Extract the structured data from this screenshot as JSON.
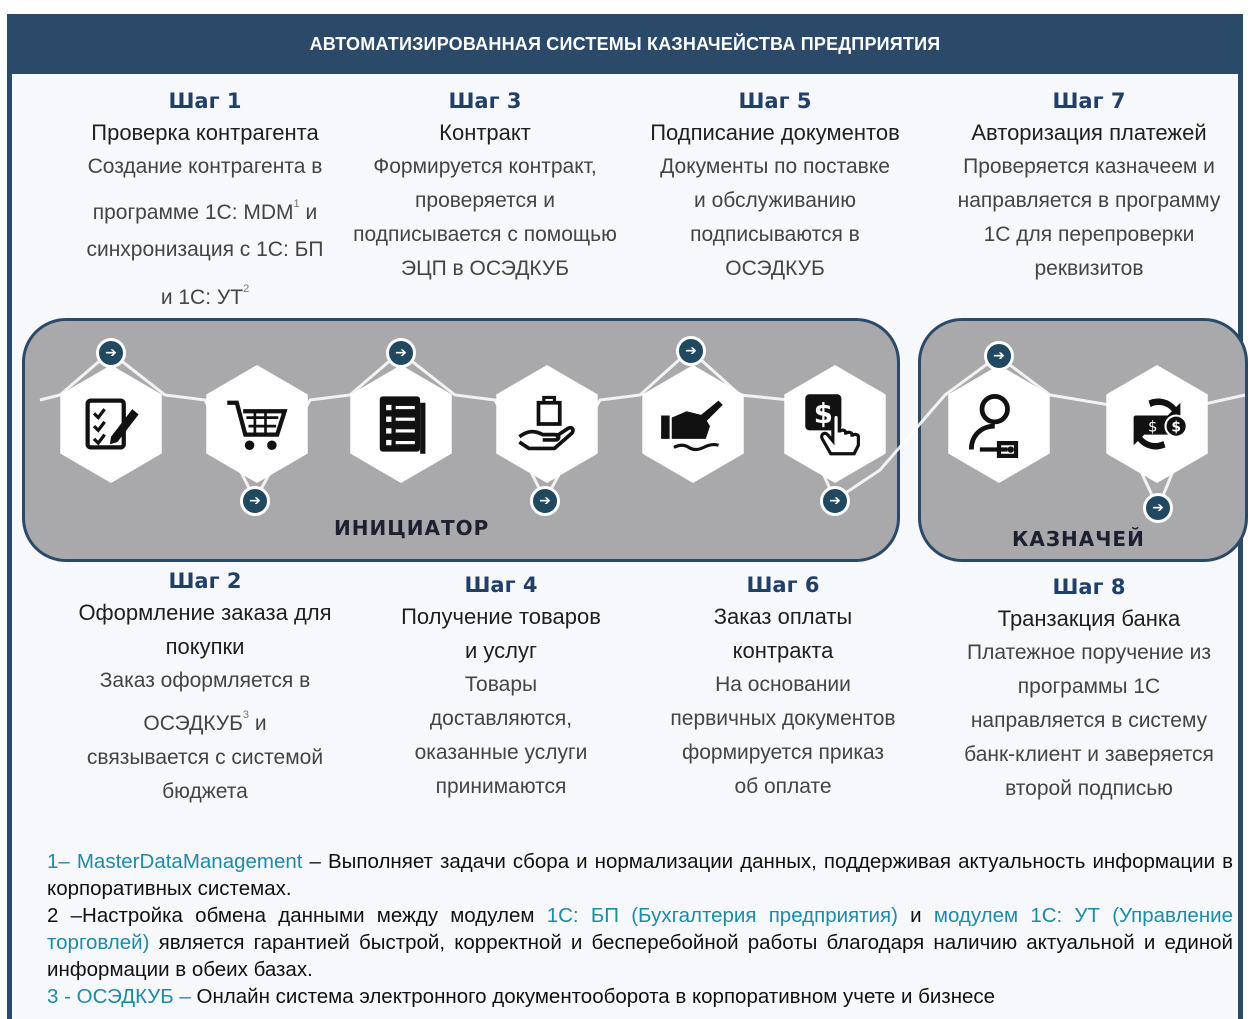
{
  "header": {
    "title": "АВТОМАТИЗИРОВАННАЯ СИСТЕМЫ КАЗНАЧЕЙСТВА ПРЕДПРИЯТИЯ"
  },
  "steps": {
    "s1": {
      "num": "Шаг 1",
      "title": "Проверка контрагента",
      "d1": "Создание контрагента в",
      "d2": "программе 1С: MDM",
      "d2b": "и",
      "d3": "синхронизация с 1С: БП",
      "d4": "и 1С: УТ",
      "sup1": "1",
      "sup2": "2"
    },
    "s3": {
      "num": "Шаг 3",
      "title": "Контракт",
      "d1": "Формируется контракт,",
      "d2": "проверяется и",
      "d3": "подписывается с помощью",
      "d4": "ЭЦП в ОСЭДКУБ"
    },
    "s5": {
      "num": "Шаг 5",
      "title": "Подписание документов",
      "d1": "Документы по поставке",
      "d2": "и обслуживанию",
      "d3": "подписываются в",
      "d4": "ОСЭДКУБ"
    },
    "s7": {
      "num": "Шаг 7",
      "title": "Авторизация платежей",
      "d1": "Проверяется казначеем и",
      "d2": "направляется в программу",
      "d3": "1С для перепроверки",
      "d4": "реквизитов"
    },
    "s2": {
      "num": "Шаг 2",
      "t1": "Оформление заказа для",
      "t2": "покупки",
      "d1": "Заказ оформляется в",
      "d2": "ОСЭДКУБ",
      "d2b": "и",
      "d3": "связывается с системой",
      "d4": "бюджета",
      "sup3": "3"
    },
    "s4": {
      "num": "Шаг 4",
      "t1": "Получение товаров",
      "t2": "и услуг",
      "d1": "Товары",
      "d2": "доставляются,",
      "d3": "оказанные услуги",
      "d4": "принимаются"
    },
    "s6": {
      "num": "Шаг 6",
      "t1": "Заказ оплаты",
      "t2": "контракта",
      "d1": "На основании",
      "d2": "первичных документов",
      "d3": "формируется приказ",
      "d4": "об оплате"
    },
    "s8": {
      "num": "Шаг 8",
      "t1": "Транзакция банка",
      "d1": "Платежное поручение из",
      "d2": "программы 1С",
      "d3": "направляется в систему",
      "d4": "банк-клиент и заверяется",
      "d5": "второй подписью"
    }
  },
  "bands": {
    "initiator": "ИНИЦИАТОР",
    "treasurer": "КАЗНАЧЕЙ"
  },
  "icons": [
    "checklist-pen-icon",
    "shopping-cart-icon",
    "document-list-icon",
    "hand-bag-icon",
    "hand-signing-icon",
    "dollar-touch-icon",
    "user-key-icon",
    "money-exchange-icon"
  ],
  "notes": {
    "n1_a": "1– ",
    "n1_b": "MasterDataManagement",
    "n1_c": " – Выполняет задачи сбора и нормализации данных, поддерживая актуальность информации в корпоративных системах.",
    "n2_a": "2 –Настройка обмена данными между модулем ",
    "n2_b": "1С: БП (Бухгалтерия предприятия)",
    "n2_c": " и ",
    "n2_d": "модулем 1С: УТ (Управление торговлей)",
    "n2_e": " является гарантией быстрой, корректной и бесперебойной работы благодаря наличию актуальной и единой информации в обеих базах.",
    "n3_a": "3 - ОСЭДКУБ –",
    "n3_b": " Онлайн система электронного документооборота в корпоративном учете и бизнесе"
  },
  "colors": {
    "header": "#2b4a69",
    "band": "#a9a9ab",
    "step_number": "#20406a",
    "note_accent": "#1e8aa8"
  }
}
